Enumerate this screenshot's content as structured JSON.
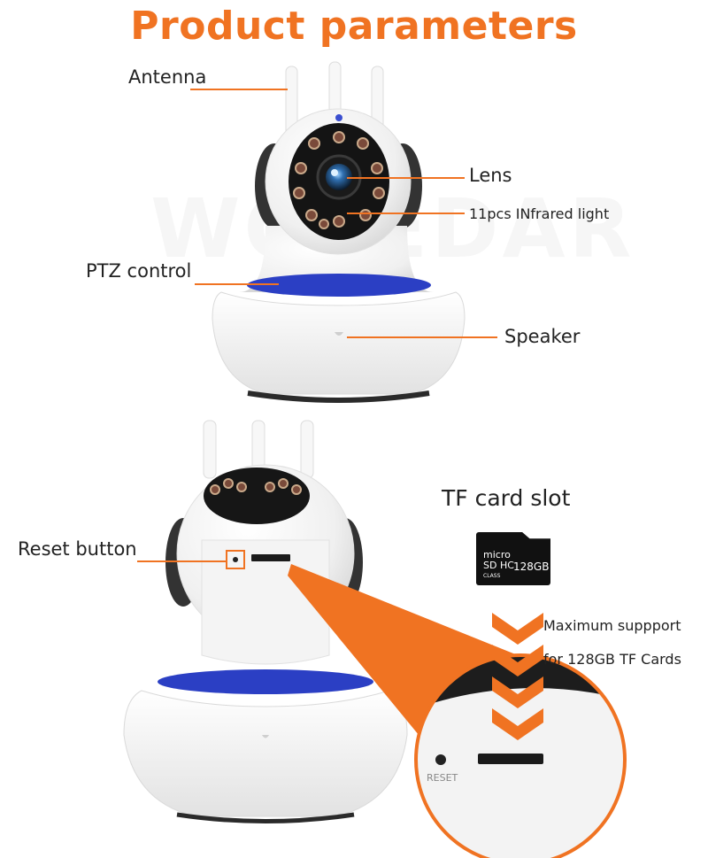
{
  "title": "Product parameters",
  "watermark": "WOLEDAR",
  "labels": {
    "antenna": "Antenna",
    "lens": "Lens",
    "infrared": "11pcs INfrared light",
    "ptz": "PTZ control",
    "speaker": "Speaker",
    "reset": "Reset button",
    "tf_slot": "TF card slot",
    "support_line1": "Maximum suppport",
    "support_line2": "for 128GB TF Cards"
  },
  "card": {
    "brand": "micro",
    "logo": "SD HC",
    "capacity": "128GB",
    "class_text": "CLASS"
  },
  "zoom": {
    "reset_text": "RESET"
  },
  "colors": {
    "accent": "#f07322",
    "ring": "#2b3fc4",
    "lens_face": "#141414"
  }
}
